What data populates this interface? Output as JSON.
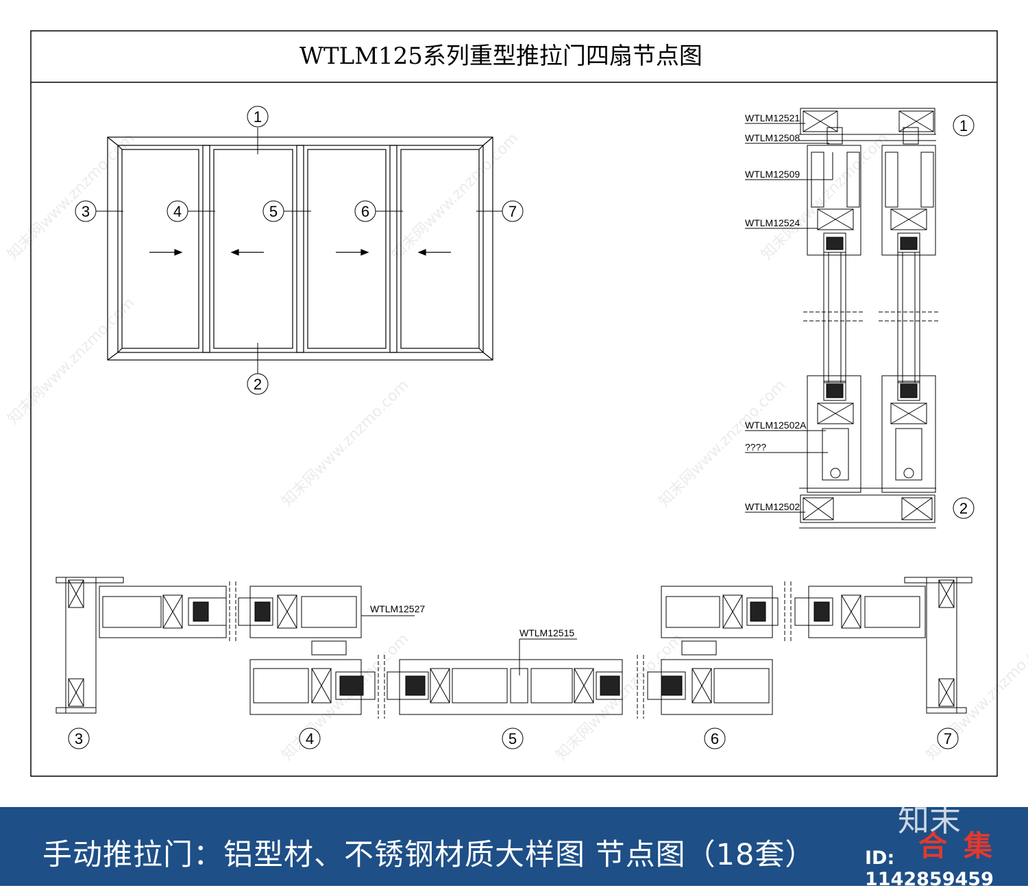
{
  "drawing": {
    "title": "WTLM125系列重型推拉门四扇节点图"
  },
  "elevation": {
    "node_markers": [
      "1",
      "2",
      "3",
      "4",
      "5",
      "6",
      "7"
    ]
  },
  "vertical_section": {
    "part_labels": [
      "WTLM12521",
      "WTLM12508",
      "WTLM12509",
      "WTLM12524",
      "WTLM12502A",
      "????",
      "WTLM12502"
    ],
    "node_markers": [
      "1",
      "2"
    ]
  },
  "horizontal_section": {
    "part_labels": [
      "WTLM12527",
      "WTLM12515"
    ],
    "node_markers": [
      "3",
      "4",
      "5",
      "6",
      "7"
    ]
  },
  "watermark": {
    "text": "知末网www.znzmo.com"
  },
  "banner": {
    "caption": "手动推拉门：铝型材、不锈钢材质大样图 节点图（18套）",
    "brand_top": "知末",
    "brand_bottom": "合集",
    "id_text": "ID: 1142859459",
    "background": "#1e4f86",
    "accent": "#e03a2f"
  }
}
